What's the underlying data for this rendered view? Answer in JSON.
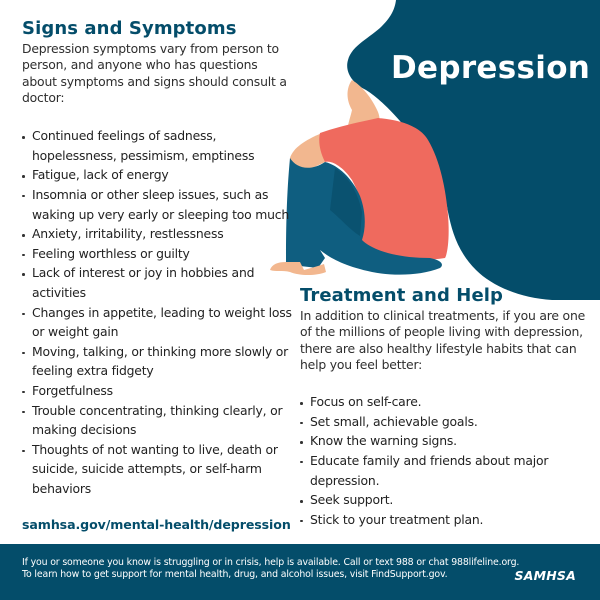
{
  "poster": {
    "title": "Depression",
    "colors": {
      "primary_teal": "#044d6a",
      "shirt_coral": "#ef6a5e",
      "skin": "#f2b78f",
      "jeans": "#0f5e80",
      "white": "#ffffff"
    }
  },
  "signs_section": {
    "heading": "Signs and Symptoms",
    "intro": "Depression symptoms vary from person to person, and anyone who has questions about symptoms and signs should consult a doctor:",
    "items": [
      "Continued feelings of sadness, hopelessness, pessimism, emptiness",
      "Fatigue, lack of energy",
      "Insomnia or other sleep issues, such as waking up very early or sleeping too much",
      "Anxiety, irritability, restlessness",
      "Feeling worthless or guilty",
      "Lack of interest or joy in hobbies and activities",
      "Changes in appetite, leading to weight loss or weight gain",
      "Moving, talking, or thinking more slowly or feeling extra fidgety",
      "Forgetfulness",
      "Trouble concentrating, thinking clearly, or making decisions",
      "Thoughts of not wanting to live, death or suicide, suicide attempts, or self-harm behaviors"
    ],
    "link": "samhsa.gov/mental-health/depression"
  },
  "treatment_section": {
    "heading": "Treatment and Help",
    "intro": "In addition to clinical treatments, if you are one of the millions of people living with depression, there are also healthy lifestyle habits that can help you feel better:",
    "items": [
      "Focus on self-care.",
      "Set small, achievable goals.",
      "Know the warning signs.",
      "Educate family and friends about major depression.",
      "Seek support.",
      "Stick to your treatment plan."
    ]
  },
  "footer": {
    "line1": "If you or someone you know is struggling or in crisis, help is available. Call or text 988 or chat 988lifeline.org.",
    "line2": "To learn how to get support for mental health, drug, and alcohol issues, visit FindSupport.gov.",
    "logo": "SAMHSA"
  }
}
